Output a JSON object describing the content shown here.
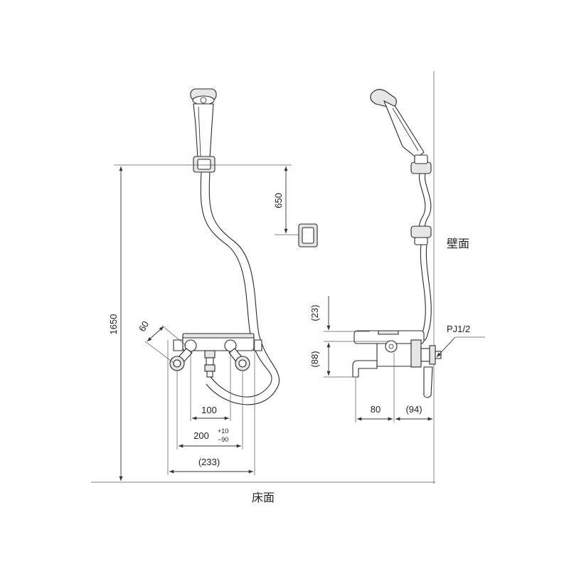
{
  "dimensions": {
    "hook_spacing": "650",
    "total_height": "1650",
    "tilt": "60",
    "center_spacing": "100",
    "inlet_pitch": "200",
    "inlet_tol_plus": "+10",
    "inlet_tol_minus": "−90",
    "overall_width": "(233)",
    "top_offset": "(23)",
    "body_height": "(88)",
    "spout_reach": "80",
    "wall_projection": "(94)"
  },
  "labels": {
    "wall": "壁面",
    "floor": "床面",
    "connection": "PJ1/2"
  }
}
